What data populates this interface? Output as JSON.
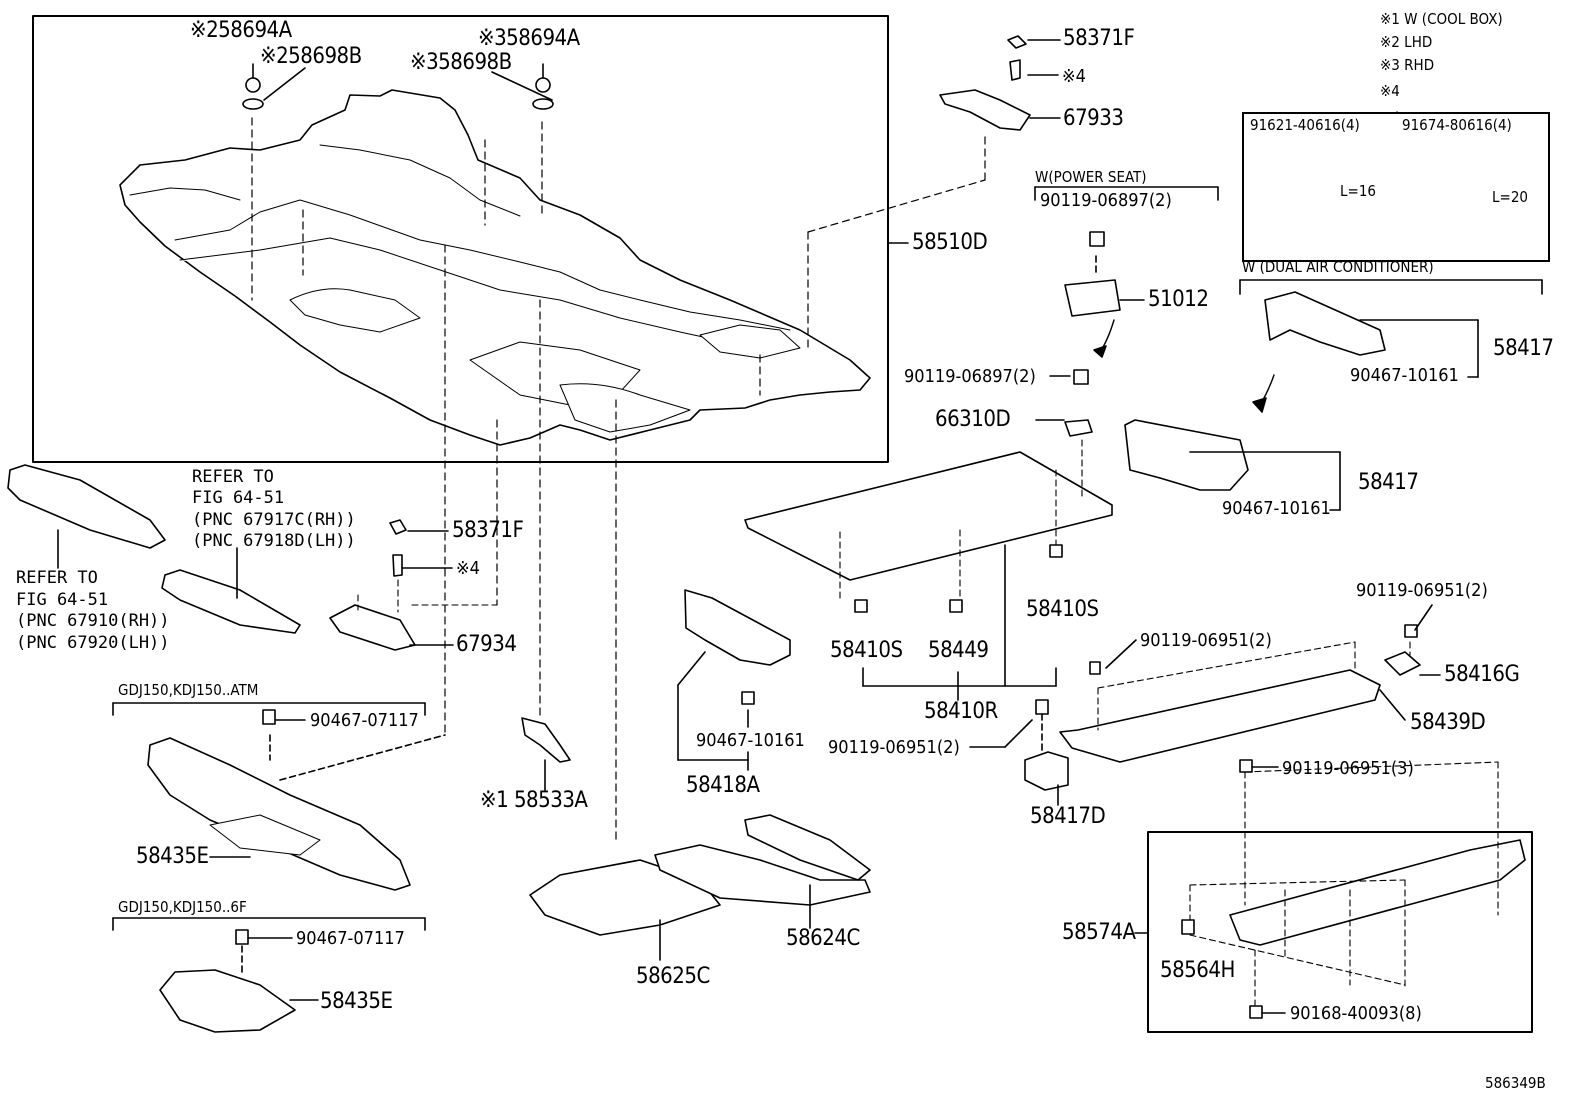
{
  "diagram": {
    "legend": {
      "note1": "※1 W (COOL BOX)",
      "note2": "※2 LHD",
      "note3": "※3 RHD",
      "note4": "※4",
      "bolt_a": "91621-40616(4)",
      "bolt_b": "91674-80616(4)",
      "len_a": "L=16",
      "len_b": "L=20"
    },
    "labels": {
      "p1": "※258694A",
      "p2": "※258698B",
      "p3": "※358694A",
      "p4": "※358698B",
      "p5": "58371F",
      "p6": "※4",
      "p7": "67933",
      "p8": "W(POWER SEAT)",
      "p9": "90119-06897(2)",
      "p10": "51012",
      "p11": "90119-06897(2)",
      "p12": "66310D",
      "p13": "58510D",
      "p14": "W (DUAL AIR CONDITIONER)",
      "p15": "58417",
      "p16": "90467-10161",
      "p17": "58417",
      "p18": "90467-10161",
      "p19": "REFER TO",
      "p20": "FIG 64-51",
      "p21": "(PNC 67917C(RH))",
      "p22": "(PNC 67918D(LH))",
      "p23": "58371F",
      "p24": "※4",
      "p25": "67934",
      "p26": "REFER TO",
      "p27": "FIG 64-51",
      "p28": "(PNC 67910(RH))",
      "p29": "(PNC 67920(LH))",
      "p30": "58410S",
      "p31": "58449",
      "p32": "58410S",
      "p33": "58410R",
      "p34": "90119-06951(2)",
      "p35": "90119-06951(2)",
      "p36": "58416G",
      "p37": "58439D",
      "p38": "90119-06951(2)",
      "p39": "58417D",
      "p40": "GDJ150,KDJ150..ATM",
      "p41": "90467-07117",
      "p42": "58435E",
      "p43": "※1 58533A",
      "p44": "90467-10161",
      "p45": "58418A",
      "p46": "90119-06951(3)",
      "p47": "58574A",
      "p48": "58564H",
      "p49": "90168-40093(8)",
      "p50": "GDJ150,KDJ150..6F",
      "p51": "90467-07117",
      "p52": "58435E",
      "p53": "58625C",
      "p54": "58624C",
      "p55": "586349B"
    }
  }
}
